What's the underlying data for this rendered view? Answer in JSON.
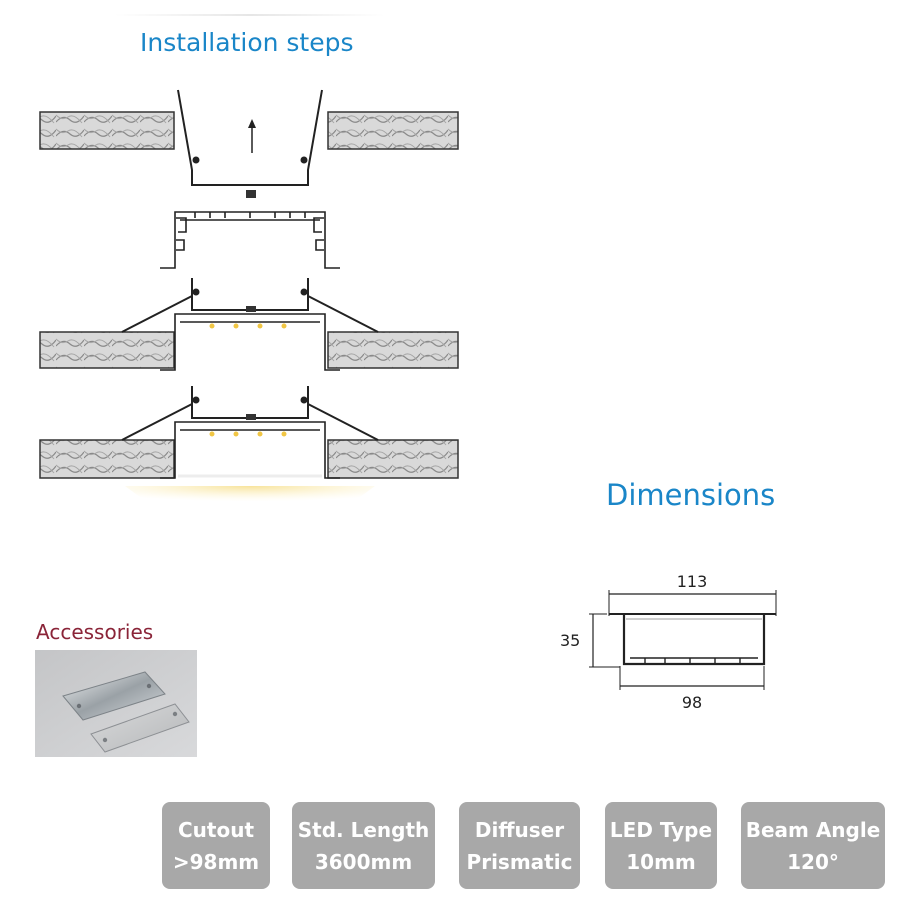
{
  "installation": {
    "title": "Installation steps"
  },
  "dimensions": {
    "title": "Dimensions",
    "width_top": "113",
    "height": "35",
    "width_bottom": "98"
  },
  "accessories": {
    "title": "Accessories"
  },
  "specs": [
    {
      "label": "Cutout",
      "value": ">98mm"
    },
    {
      "label": "Std. Length",
      "value": "3600mm"
    },
    {
      "label": "Diffuser",
      "value": "Prismatic"
    },
    {
      "label": "LED Type",
      "value": "10mm"
    },
    {
      "label": "Beam Angle",
      "value": "120°"
    }
  ],
  "colors": {
    "title_blue": "#1a86c8",
    "accessories_red": "#8a2438",
    "spec_bg": "#a8a8a8"
  }
}
